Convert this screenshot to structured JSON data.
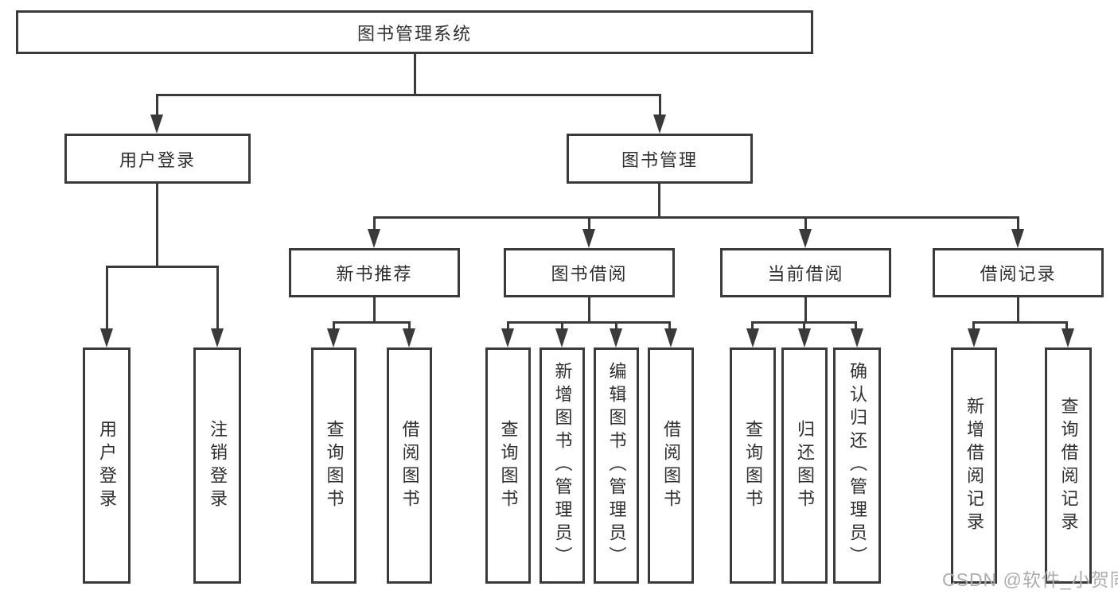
{
  "diagram_title": "图书管理系统",
  "tree": {
    "label": "图书管理系统",
    "children": [
      {
        "label": "用户登录",
        "children": [
          {
            "label": "用户登录"
          },
          {
            "label": "注销登录"
          }
        ]
      },
      {
        "label": "图书管理",
        "children": [
          {
            "label": "新书推荐",
            "children": [
              {
                "label": "查询图书"
              },
              {
                "label": "借阅图书"
              }
            ]
          },
          {
            "label": "图书借阅",
            "children": [
              {
                "label": "查询图书"
              },
              {
                "label": "新增图书（管理员）"
              },
              {
                "label": "编辑图书（管理员）"
              },
              {
                "label": "借阅图书"
              }
            ]
          },
          {
            "label": "当前借阅",
            "children": [
              {
                "label": "查询图书"
              },
              {
                "label": "归还图书"
              },
              {
                "label": "确认归还（管理员）"
              }
            ]
          },
          {
            "label": "借阅记录",
            "children": [
              {
                "label": "新增借阅记录"
              },
              {
                "label": "查询借阅记录"
              }
            ]
          }
        ]
      }
    ]
  },
  "watermark": {
    "text": "CSDN @软件_小贺同学"
  },
  "colors": {
    "line": "#3a3a3a",
    "text": "#2f2f2f",
    "watermark": "#adadad",
    "background": "#ffffff"
  }
}
